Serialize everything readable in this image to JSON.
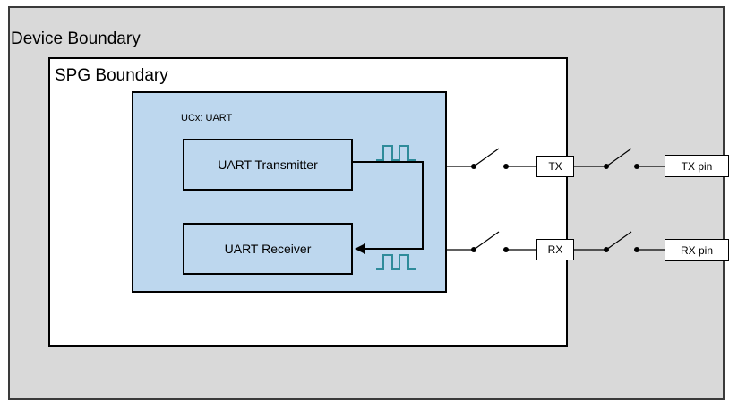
{
  "device": {
    "title": "Device Boundary"
  },
  "spg": {
    "title": "SPG Boundary"
  },
  "uart_module": {
    "title": "UCx: UART",
    "transmitter": "UART Transmitter",
    "receiver": "UART Receiver"
  },
  "signals": {
    "tx": "TX",
    "rx": "RX"
  },
  "pins": {
    "tx": "TX pin",
    "rx": "RX pin"
  },
  "colors": {
    "device_fill": "#d9d9d9",
    "module_fill": "#bdd7ee",
    "waveform": "#2e8b9a"
  }
}
